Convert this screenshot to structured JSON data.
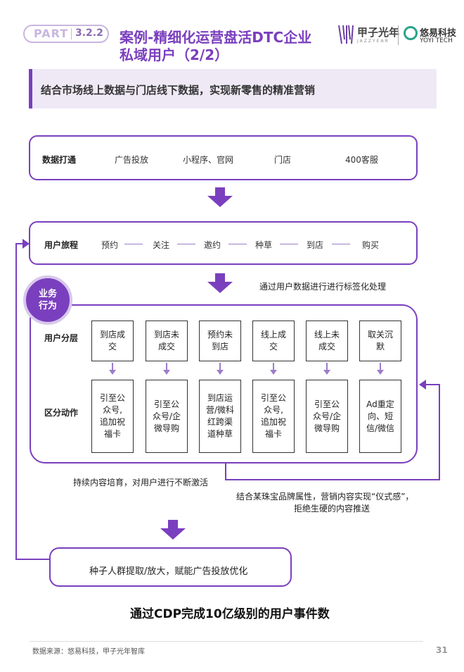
{
  "header": {
    "part_label": "PART",
    "section_number": "3.2.2",
    "title_line1": "案例-精细化运营盘活DTC企业",
    "title_line2": "私域用户（2/2）",
    "logo1_name": "甲子光年",
    "logo1_sub": "JAZZYEAR",
    "logo2_name": "悠易科技",
    "logo2_sub": "YOYI TECH"
  },
  "banner": {
    "text": "结合市场线上数据与门店线下数据，实现新零售的精准营销"
  },
  "data_row": {
    "label": "数据打通",
    "items": [
      "广告投放",
      "小程序、官网",
      "门店",
      "400客服"
    ]
  },
  "journey_row": {
    "label": "用户旅程",
    "items": [
      "预约",
      "关注",
      "邀约",
      "种草",
      "到店",
      "购买"
    ]
  },
  "tag_note": "通过用户数据进行进行标签化处理",
  "behavior_badge": {
    "line1": "业务",
    "line2": "行为"
  },
  "segment": {
    "layer_label": "用户分层",
    "action_label": "区分动作",
    "layers": [
      [
        "到店成",
        "交"
      ],
      [
        "到店未",
        "成交"
      ],
      [
        "预约未",
        "到店"
      ],
      [
        "线上成",
        "交"
      ],
      [
        "线上未",
        "成交"
      ],
      [
        "取关沉",
        "默"
      ]
    ],
    "actions": [
      [
        "引至公",
        "众号,",
        "追加祝",
        "福卡"
      ],
      [
        "引至公",
        "众号/企",
        "微导购"
      ],
      [
        "到店运",
        "营/微科",
        "红跨渠",
        "道种草"
      ],
      [
        "引至公",
        "众号,",
        "追加祝",
        "福卡"
      ],
      [
        "引至公",
        "众号/企",
        "微导购"
      ],
      [
        "Ad重定",
        "向、短",
        "信/微信"
      ]
    ]
  },
  "note_nurture": "持续内容培育，对用户进行不断激活",
  "note_jewelry_line1": "结合某珠宝品牌属性，营销内容实现“仪式感”，",
  "note_jewelry_line2": "拒绝生硬的内容推送",
  "seed_box": "种子人群提取/放大，赋能广告投放优化",
  "conclusion": "通过CDP完成10亿级别的用户事件数",
  "footer": {
    "source": "数据来源：悠易科技，甲子光年智库",
    "page": "31"
  },
  "colors": {
    "accent": "#7a3fbe",
    "light": "#efe9f6"
  }
}
